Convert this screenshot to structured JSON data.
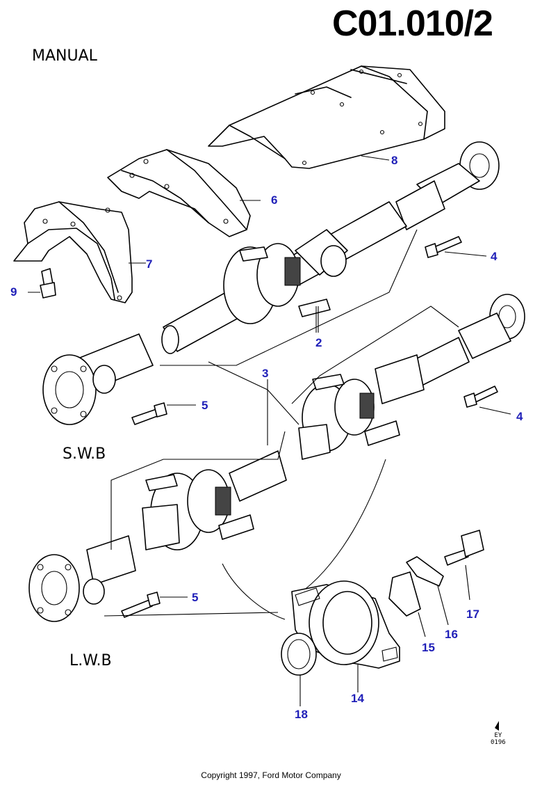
{
  "header": {
    "code": "C01.010/2",
    "transmission": "MANUAL"
  },
  "variants": {
    "swb": "S.W.B",
    "lwb": "L.W.B"
  },
  "callouts": {
    "c2": "2",
    "c3": "3",
    "c4a": "4",
    "c4b": "4",
    "c5a": "5",
    "c5b": "5",
    "c6": "6",
    "c7": "7",
    "c8": "8",
    "c9": "9",
    "c14": "14",
    "c15": "15",
    "c16": "16",
    "c17": "17",
    "c18": "18"
  },
  "stamp": {
    "line1": "EY",
    "line2": "0196"
  },
  "footer": {
    "copyright": "Copyright 1997, Ford Motor Company"
  },
  "colors": {
    "callout": "#1f1fb8",
    "line": "#000000"
  }
}
